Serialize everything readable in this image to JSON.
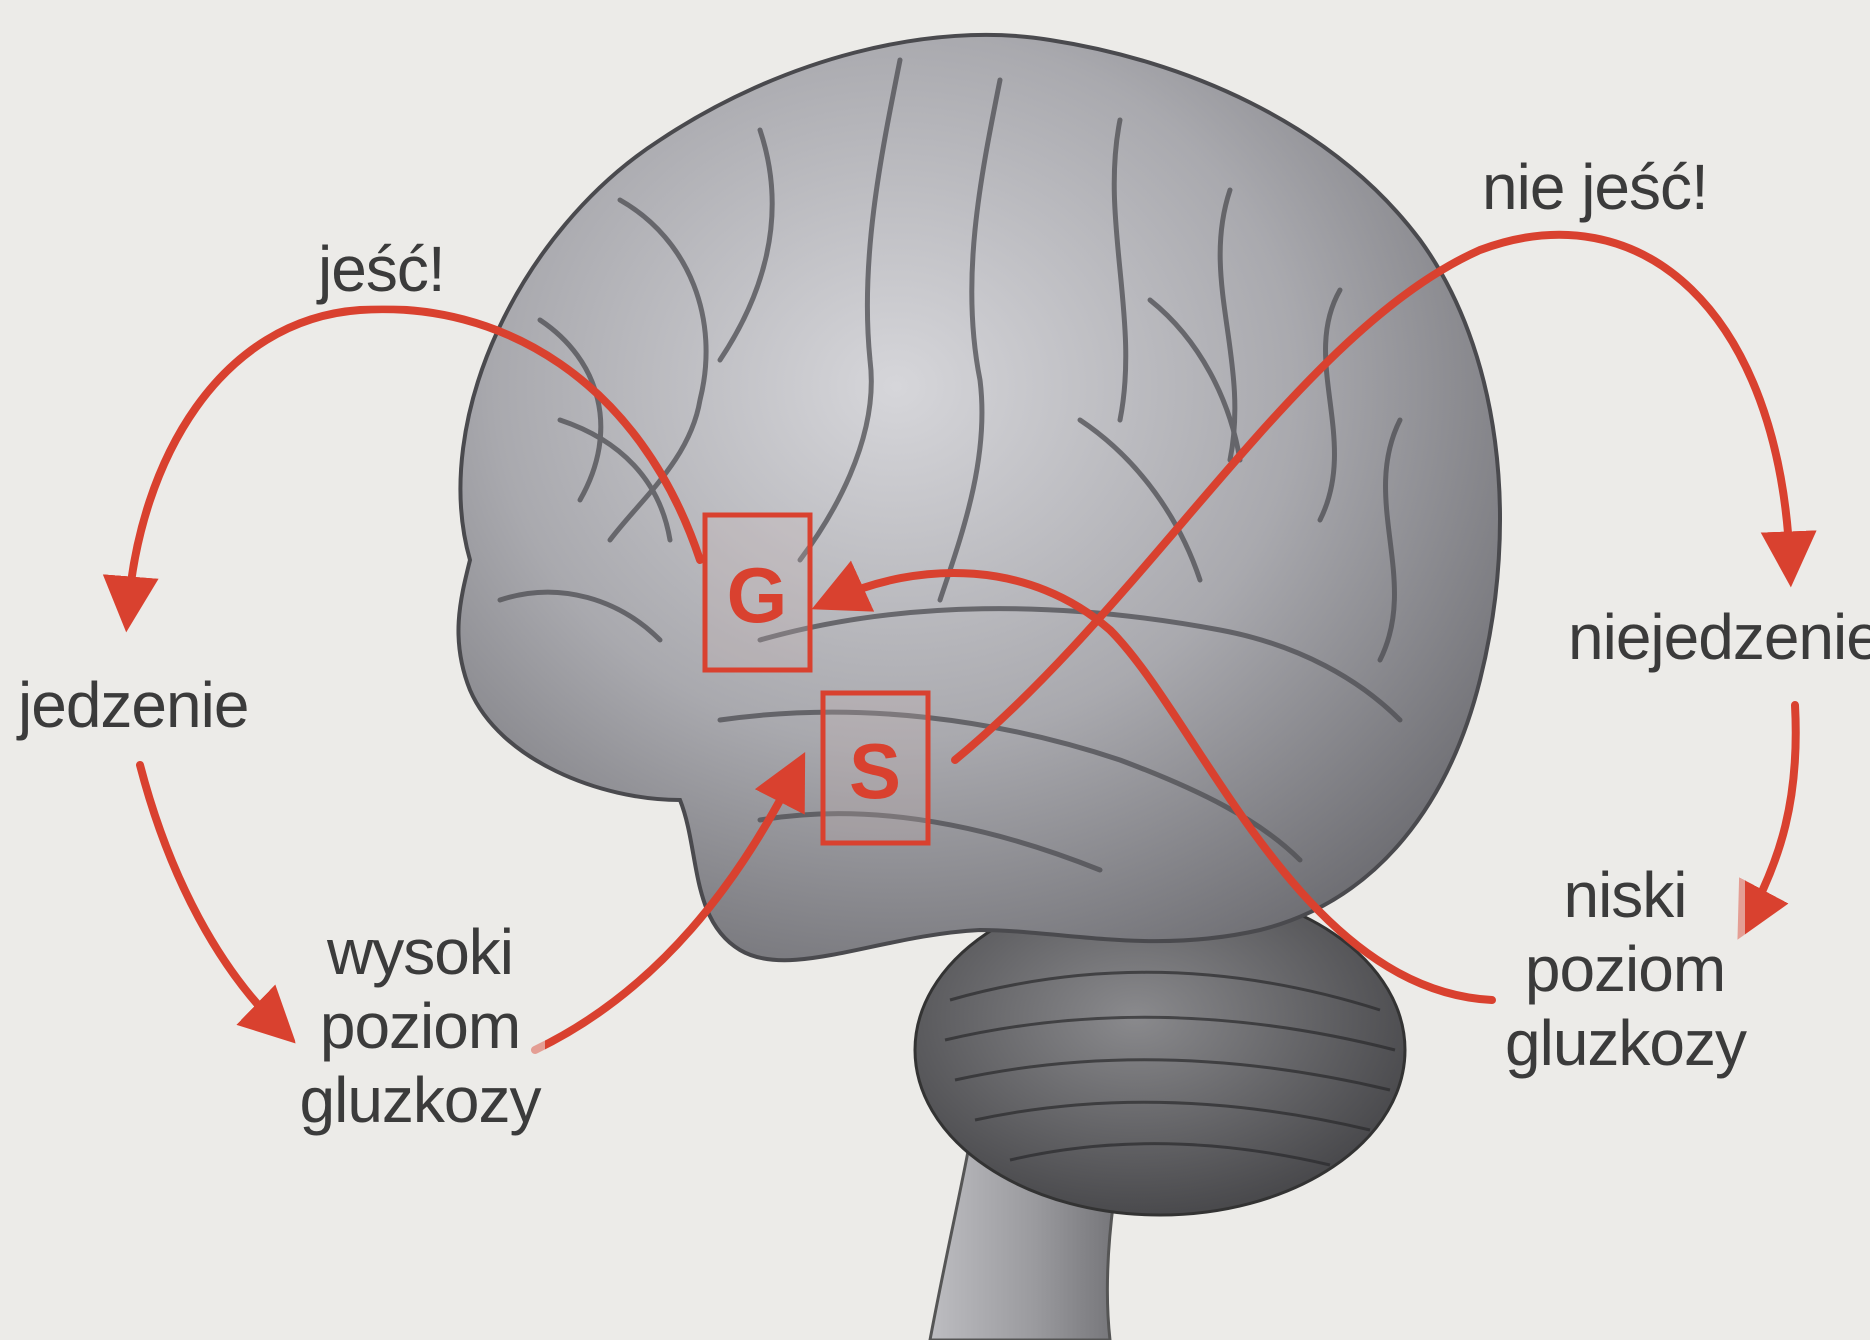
{
  "labels": {
    "eat": "jeść!",
    "dont_eat": "nie jeść!",
    "eating": "jedzenie",
    "not_eating": "niejedzenie",
    "high_glucose": [
      "wysoki",
      "poziom",
      "gluzkozy"
    ],
    "low_glucose": [
      "niski",
      "poziom",
      "gluzkozy"
    ]
  },
  "markers": {
    "g": "G",
    "s": "S"
  },
  "colors": {
    "arrow": "#d9412f",
    "label_text": "#3b3b3b",
    "background": "#ecebe8"
  }
}
